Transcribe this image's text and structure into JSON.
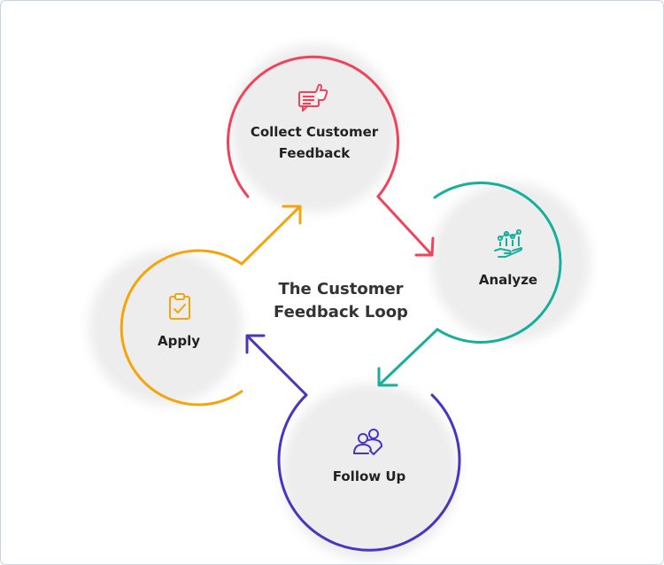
{
  "diagram": {
    "title_line1": "The Customer",
    "title_line2": "Feedback Loop",
    "steps": [
      {
        "label_line1": "Collect Customer",
        "label_line2": "Feedback",
        "icon": "feedback-thumbs-up-icon",
        "color": "#F0435B"
      },
      {
        "label_line1": "Analyze",
        "icon": "hand-analytics-icon",
        "color": "#17AE9C"
      },
      {
        "label_line1": "Follow Up",
        "icon": "users-check-icon",
        "color": "#4A34C0"
      },
      {
        "label_line1": "Apply",
        "icon": "clipboard-check-icon",
        "color": "#F5A40C"
      }
    ]
  }
}
